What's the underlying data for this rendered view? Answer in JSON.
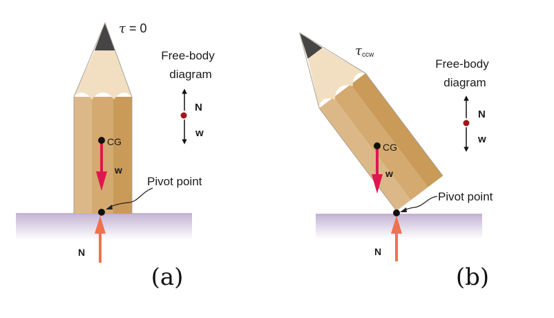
{
  "figure": {
    "panels": [
      {
        "id": "a",
        "caption": "(a)",
        "torque_label_symbol": "τ",
        "torque_label_rest": " = 0",
        "fbd_title_line1": "Free-body",
        "fbd_title_line2": "diagram",
        "fbd_up_label": "N",
        "fbd_down_label": "w",
        "cg_label": "CG",
        "weight_label": "w",
        "pivot_label": "Pivot point",
        "normal_label": "N"
      },
      {
        "id": "b",
        "caption": "(b)",
        "torque_label_symbol": "τ",
        "torque_label_sub": "ccw",
        "fbd_title_line1": "Free-body",
        "fbd_title_line2": "diagram",
        "fbd_up_label": "N",
        "fbd_down_label": "w",
        "cg_label": "CG",
        "weight_label": "w",
        "pivot_label": "Pivot point",
        "normal_label": "N"
      }
    ],
    "colors": {
      "weight_arrow": "#e0164f",
      "normal_arrow": "#ee7250",
      "fbd_dot": "#a3141c",
      "wood_light": "#dcb889",
      "wood_mid": "#d4aa70",
      "wood_dark": "#c99a58",
      "shaved_wood": "#f2dfc2",
      "graphite": "#454545",
      "ground": "#c7b8d6"
    }
  }
}
